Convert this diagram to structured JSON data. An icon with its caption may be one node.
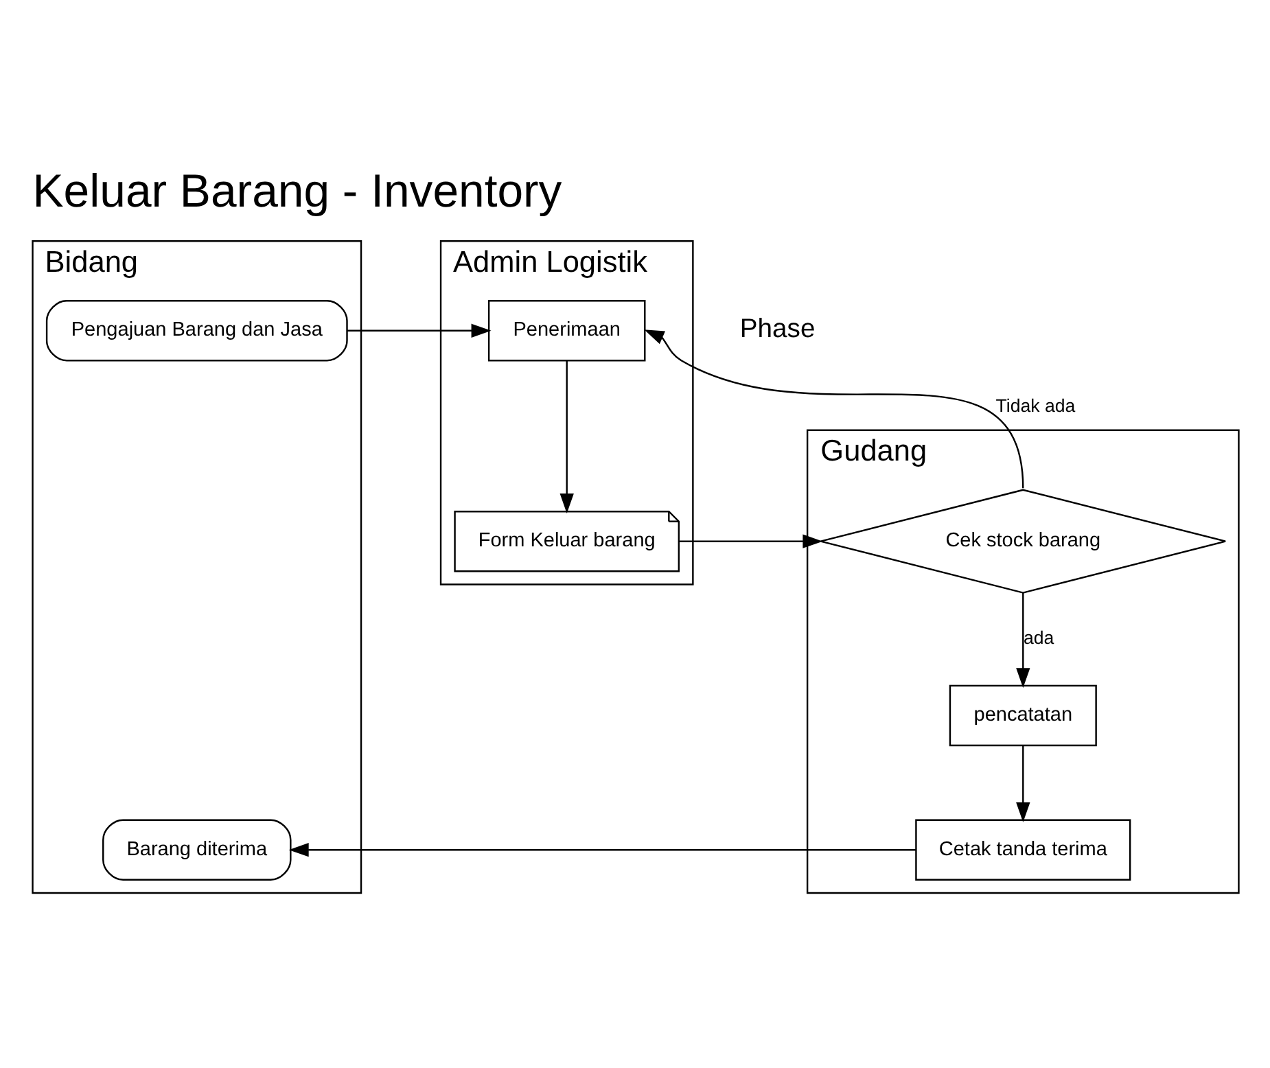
{
  "diagram": {
    "title": "Keluar Barang - Inventory",
    "nodes": [
      {
        "text": [
          "Bidang"
        ]
      },
      {
        "text": [
          "Admin Logistik"
        ]
      },
      {
        "text": [
          "Gudang"
        ]
      },
      {
        "text": [
          "Pengajuan Barang dan Jasa"
        ],
        "in": 0
      },
      {
        "text": [
          "Barang diterima"
        ],
        "in": 0
      },
      {
        "text": [
          "Penerimaan"
        ],
        "in": 1
      },
      {
        "text": [
          "Form Keluar barang"
        ],
        "in": 1
      },
      {
        "text": [
          "Cek stock barang"
        ],
        "in": 2
      },
      {
        "text": [
          "pencatatan"
        ],
        "in": 2
      },
      {
        "text": [
          "Cetak tanda terima"
        ],
        "in": 2
      }
    ],
    "edges": [
      {
        "from": 3,
        "to": 5,
        "arrow": "to"
      },
      {
        "from": 5,
        "to": 6,
        "arrow": "to"
      },
      {
        "from": 6,
        "to": 7,
        "arrow": "to"
      },
      {
        "from": 7,
        "to": 5,
        "arrow": "to",
        "label": "Tidak ada"
      },
      {
        "from": 7,
        "to": 8,
        "arrow": "to",
        "label": "ada"
      },
      {
        "from": 8,
        "to": 9,
        "arrow": "to"
      },
      {
        "from": 9,
        "to": 4,
        "arrow": "to"
      }
    ],
    "labels": [
      "Phase"
    ]
  }
}
